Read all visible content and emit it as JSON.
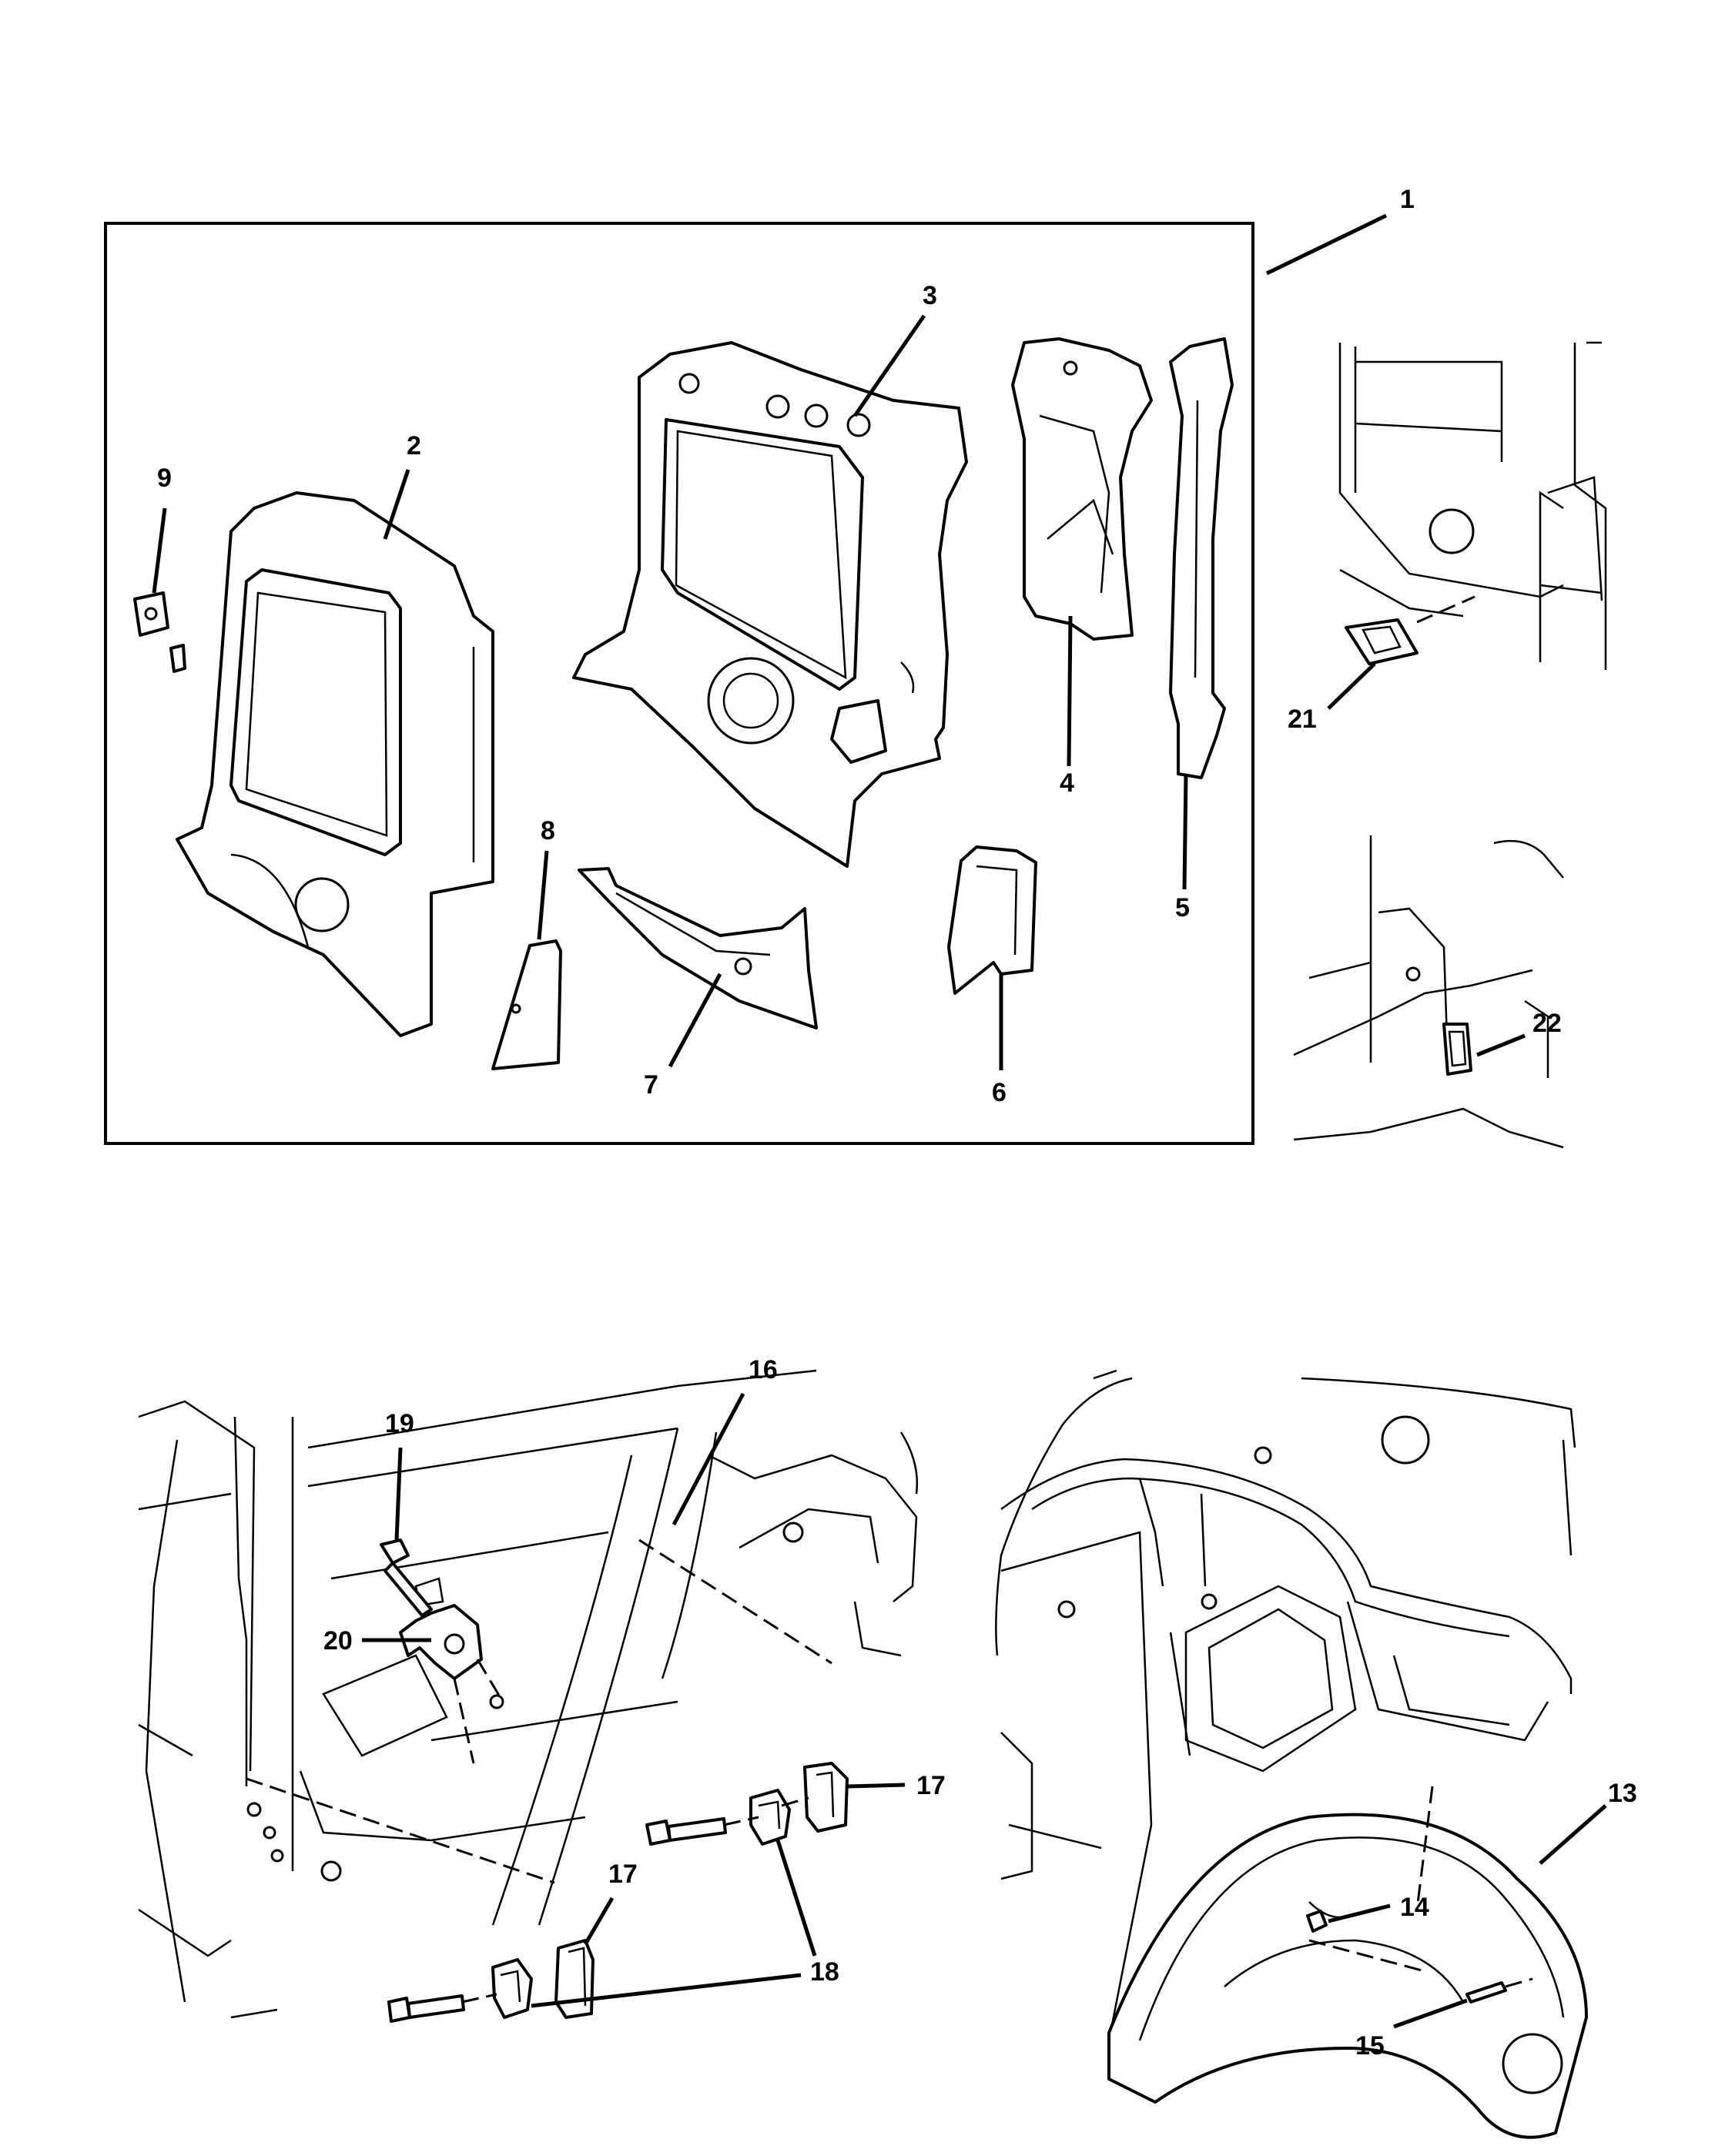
{
  "callouts": {
    "c1": "1",
    "c2": "2",
    "c3": "3",
    "c4": "4",
    "c5": "5",
    "c6": "6",
    "c7": "7",
    "c8": "8",
    "c9": "9",
    "c13": "13",
    "c14": "14",
    "c15": "15",
    "c16": "16",
    "c17a": "17",
    "c17b": "17",
    "c18": "18",
    "c19": "19",
    "c20": "20",
    "c21": "21",
    "c22": "22"
  },
  "colors": {
    "line": "#000000",
    "background": "#ffffff"
  }
}
